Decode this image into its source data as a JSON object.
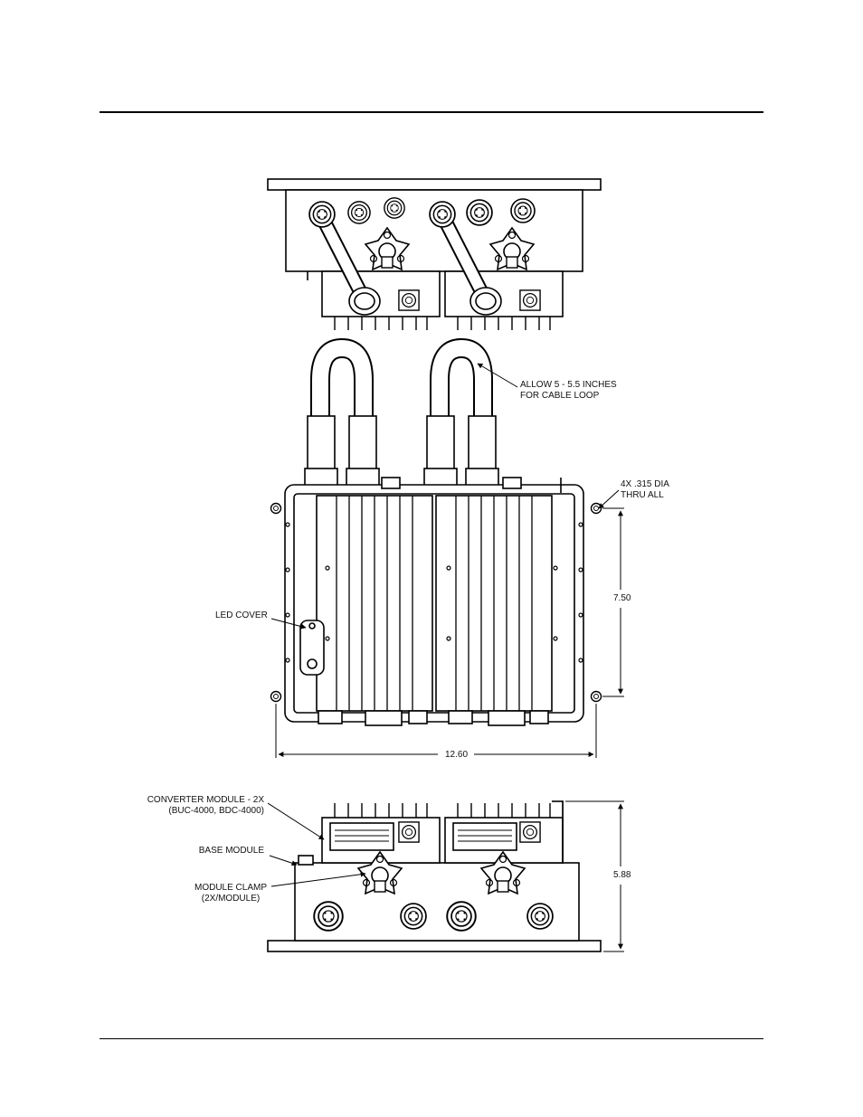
{
  "labels": {
    "cable_loop_1": "ALLOW 5 - 5.5 INCHES",
    "cable_loop_2": "FOR CABLE LOOP",
    "holes_1": "4X .315 DIA",
    "holes_2": "THRU ALL",
    "led_cover": "LED COVER",
    "dim_height": "7.50",
    "dim_width": "12.60",
    "dim_depth": "5.88",
    "converter_1": "CONVERTER MODULE - 2X",
    "converter_2": "(BUC-4000, BDC-4000)",
    "base_module": "BASE MODULE",
    "clamp_1": "MODULE CLAMP",
    "clamp_2": "(2X/MODULE)"
  }
}
